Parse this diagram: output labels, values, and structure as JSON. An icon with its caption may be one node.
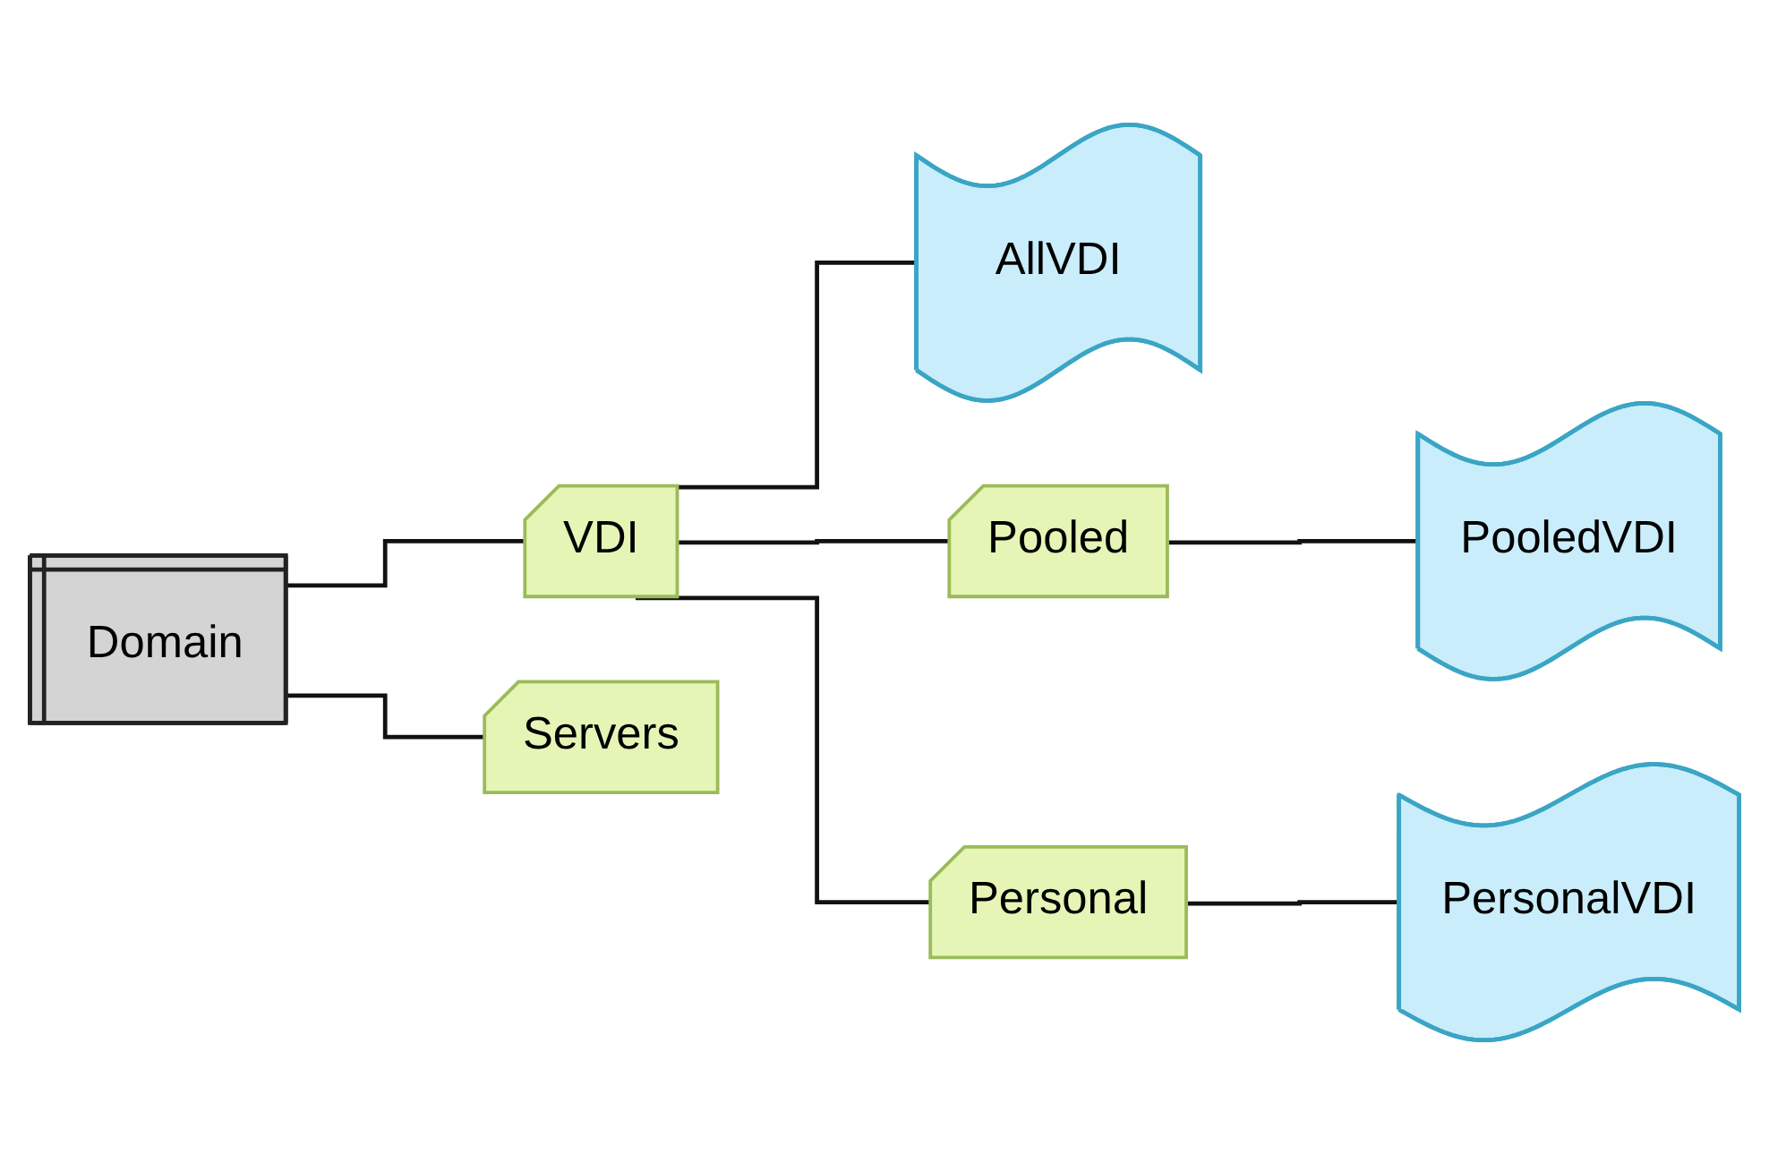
{
  "diagram": {
    "nodes": [
      {
        "text": [
          "Domain"
        ]
      },
      {
        "text": [
          "VDI"
        ]
      },
      {
        "text": [
          "AllVDI"
        ]
      },
      {
        "text": [
          "Pooled"
        ]
      },
      {
        "text": [
          "PooledVDI"
        ]
      },
      {
        "text": [
          "Personal"
        ]
      },
      {
        "text": [
          "PersonalVDI"
        ]
      },
      {
        "text": [
          "Servers"
        ]
      }
    ],
    "edges": [
      {
        "from": 0,
        "to": 1,
        "arrow": "none"
      },
      {
        "from": 1,
        "to": 2,
        "arrow": "none"
      },
      {
        "from": 1,
        "to": 3,
        "arrow": "none"
      },
      {
        "from": 3,
        "to": 4,
        "arrow": "none"
      },
      {
        "from": 1,
        "to": 5,
        "arrow": "none"
      },
      {
        "from": 5,
        "to": 6,
        "arrow": "none"
      },
      {
        "from": 0,
        "to": 7,
        "arrow": "none"
      }
    ]
  }
}
